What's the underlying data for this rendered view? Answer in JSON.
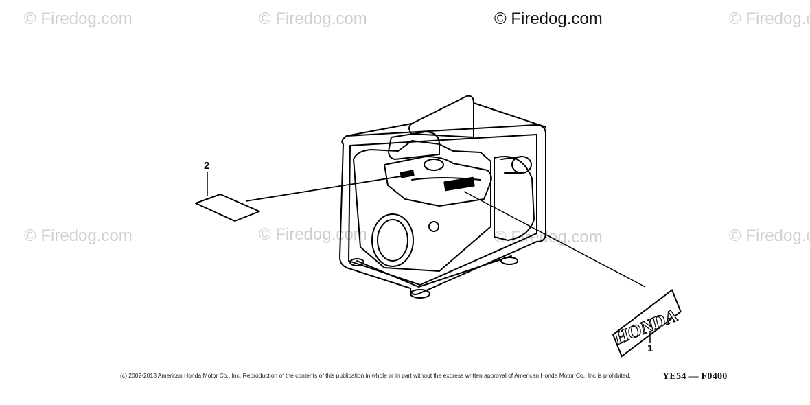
{
  "watermarks": {
    "text": "© Firedog.com",
    "primary": "© Firedog.com"
  },
  "callouts": {
    "item_1": "1",
    "item_2": "2"
  },
  "emblem_text": "HONDA",
  "footer": {
    "copyright": "(c) 2002-2013 American Honda Motor Co., Inc. Reproduction of the contents of this publication in whole or in part without the express written approval of American Honda Motor Co., Inc is prohibited.",
    "figure_code": "YE54 — F0400"
  },
  "colors": {
    "line": "#000000",
    "watermark": "#cfcfcf"
  }
}
